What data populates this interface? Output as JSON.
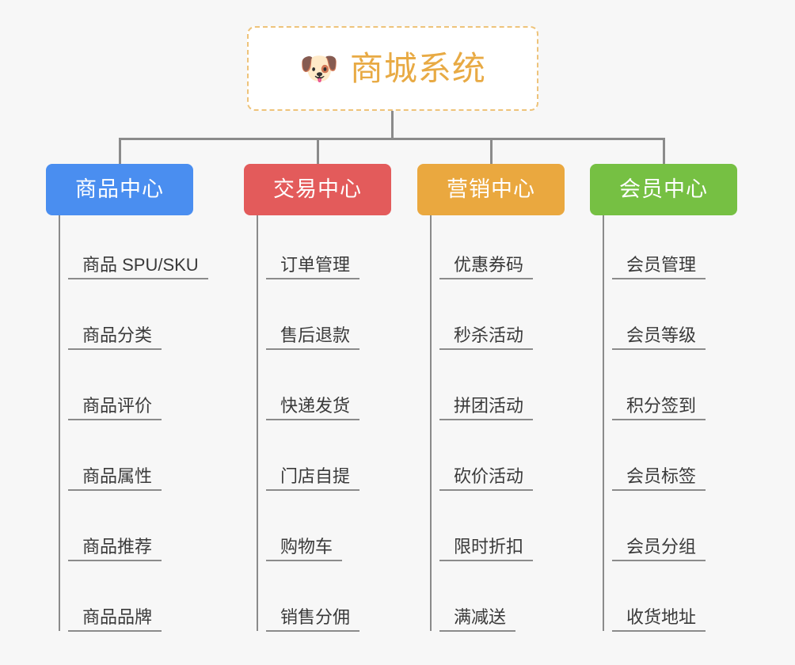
{
  "diagram": {
    "type": "org-chart",
    "background_color": "#f7f7f7",
    "connector_color": "#8b8b8b",
    "root": {
      "icon": "dog-face-icon",
      "icon_glyph": "🐶",
      "title": "商城系统",
      "text_color": "#e8aa44",
      "border_color": "#eec37a",
      "background_color": "#ffffff"
    },
    "categories": [
      {
        "label": "商品中心",
        "color": "#4a8ef0",
        "items": [
          "商品 SPU/SKU",
          "商品分类",
          "商品评价",
          "商品属性",
          "商品推荐",
          "商品品牌"
        ]
      },
      {
        "label": "交易中心",
        "color": "#e35b5b",
        "items": [
          "订单管理",
          "售后退款",
          "快递发货",
          "门店自提",
          "购物车",
          "销售分佣"
        ]
      },
      {
        "label": "营销中心",
        "color": "#eaa83f",
        "items": [
          "优惠券码",
          "秒杀活动",
          "拼团活动",
          "砍价活动",
          "限时折扣",
          "满减送"
        ]
      },
      {
        "label": "会员中心",
        "color": "#76c043",
        "items": [
          "会员管理",
          "会员等级",
          "积分签到",
          "会员标签",
          "会员分组",
          "收货地址"
        ]
      }
    ]
  }
}
